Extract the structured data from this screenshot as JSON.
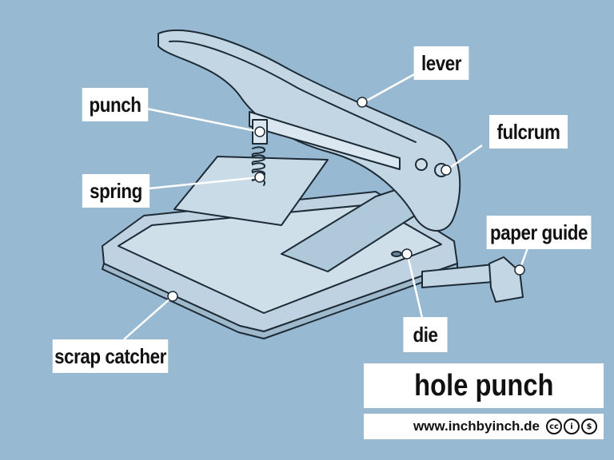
{
  "labels": {
    "lever": "lever",
    "punch": "punch",
    "fulcrum": "fulcrum",
    "spring": "spring",
    "paper_guide": "paper guide",
    "die": "die",
    "scrap_catcher": "scrap catcher"
  },
  "title": "hole punch",
  "footer": {
    "url": "www.inchbyinch.de",
    "license_icons": [
      "cc-icon",
      "by-icon",
      "nc-icon"
    ],
    "cc_glyph": "cc",
    "by_glyph": "i",
    "nc_glyph": "$"
  },
  "colors": {
    "background": "#98b9d2",
    "object_fill": "#c3d6e3",
    "object_shade": "#a9c3d6",
    "outline": "#1d2b36",
    "leader": "#ffffff"
  }
}
